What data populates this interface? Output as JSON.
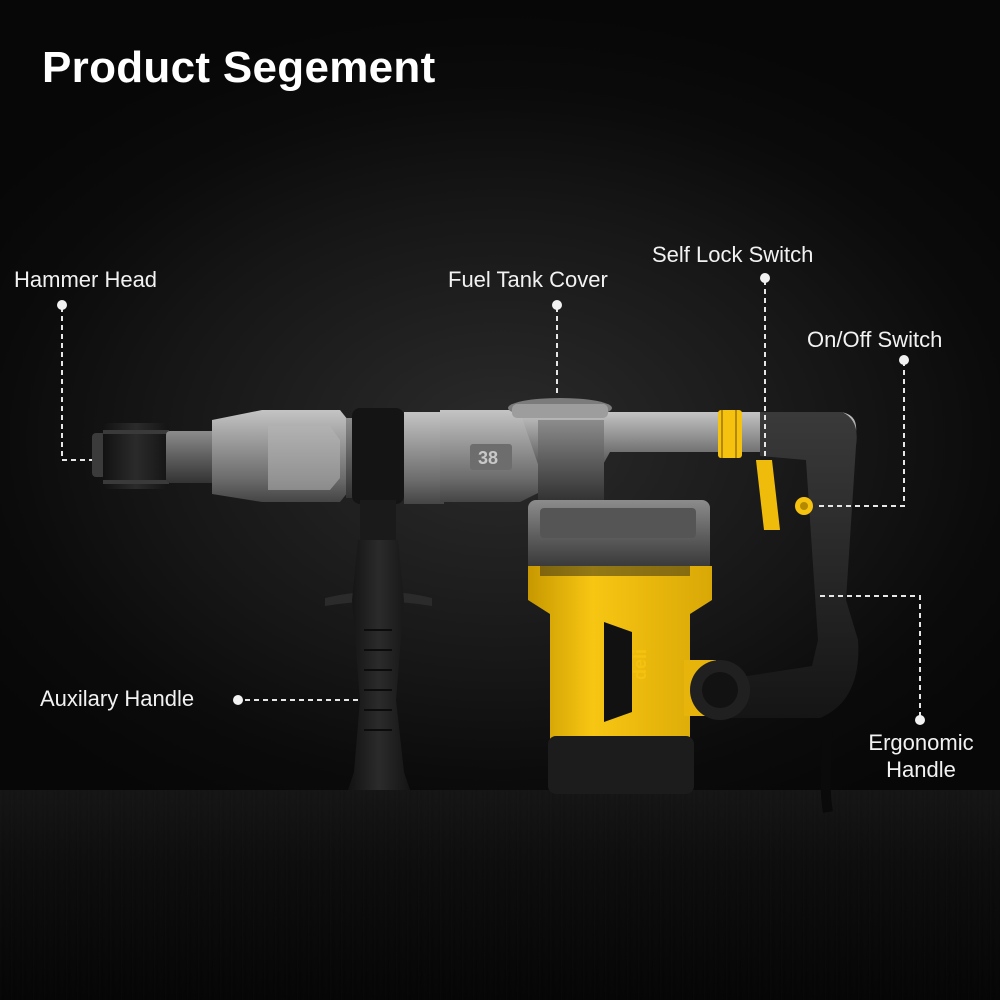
{
  "title": "Product Segement",
  "brand": {
    "logo_text": "deli",
    "accent_color": "#f5c20f"
  },
  "callouts": {
    "hammer_head": "Hammer Head",
    "fuel_tank_cover": "Fuel Tank Cover",
    "self_lock_switch": "Self Lock Switch",
    "on_off_switch": "On/Off Switch",
    "auxiliary_handle": "Auxilary Handle",
    "ergonomic_handle_line1": "Ergonomic",
    "ergonomic_handle_line2": "Handle"
  },
  "colors": {
    "background": "#0b0b0b",
    "body_grey": "#8a8a8a",
    "grip_black": "#1c1c1c",
    "brand_yellow": "#f5c20f",
    "label_text": "#f2f2f2"
  }
}
